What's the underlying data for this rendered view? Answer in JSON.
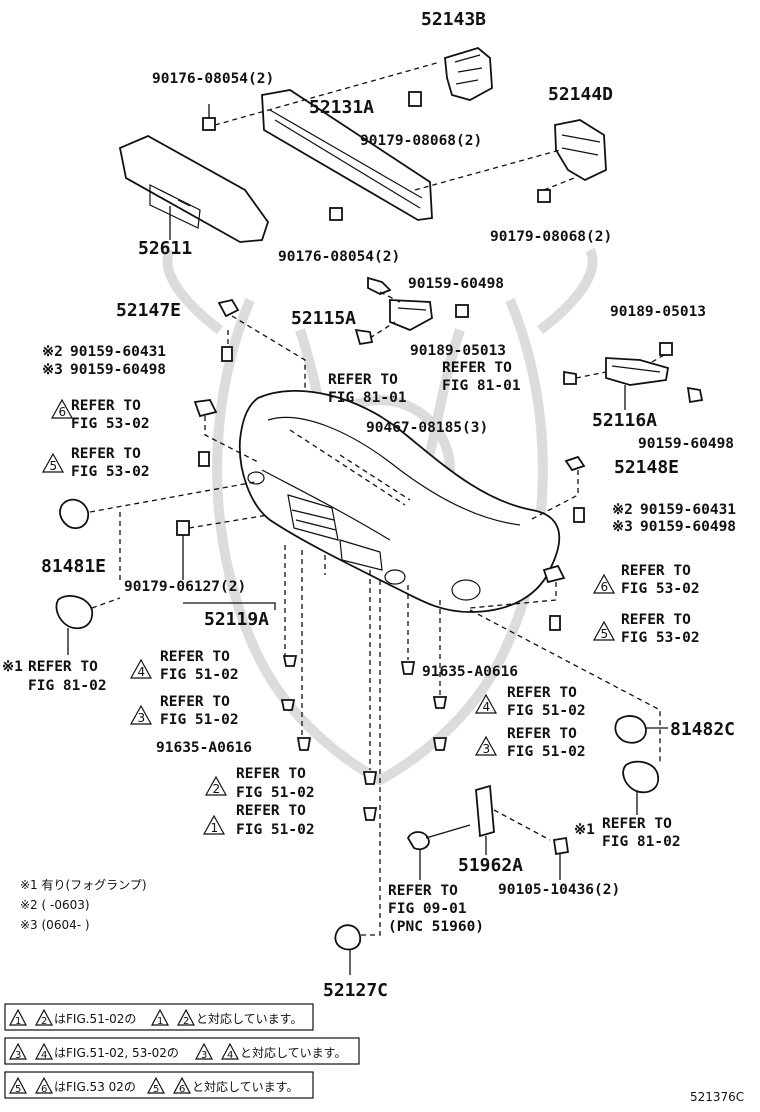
{
  "diagram_id": "521376C",
  "parts": {
    "p52143B": "52143B",
    "p90176_top": "90176-08054(2)",
    "p52131A": "52131A",
    "p90179_mid": "90179-08068(2)",
    "p52144D": "52144D",
    "p52611": "52611",
    "p90176_bot": "90176-08054(2)",
    "p90179_right": "90179-08068(2)",
    "p90159_60498_top": "90159-60498",
    "p52147E": "52147E",
    "p52115A": "52115A",
    "p90189_left": "90189-05013",
    "p90189_right": "90189-05013",
    "p52116A": "52116A",
    "p90159_60498_right": "90159-60498",
    "p90467": "90467-08185(3)",
    "p52148E": "52148E",
    "p81481E": "81481E",
    "p90179_06127": "90179-06127(2)",
    "p52119A": "52119A",
    "p91635_right": "91635-A0616",
    "p91635_left": "91635-A0616",
    "p81482C": "81482C",
    "p51962A": "51962A",
    "p90105": "90105-10436(2)",
    "p52127C": "52127C"
  },
  "alt_parts": {
    "left_a_mark": "※2",
    "left_a_num": "90159-60431",
    "left_b_mark": "※3",
    "left_b_num": "90159-60498",
    "right_a_mark": "※2",
    "right_a_num": "90159-60431",
    "right_b_mark": "※3",
    "right_b_num": "90159-60498"
  },
  "refs": {
    "refer_to": "REFER TO",
    "fig_81_01": "FIG 81-01",
    "fig_81_02": "FIG 81-02",
    "fig_53_02": "FIG 53-02",
    "fig_51_02": "FIG 51-02",
    "fig_09_01": "FIG 09-01",
    "pnc_51960": "(PNC 51960)",
    "mark1": "※1"
  },
  "triangles": {
    "t1": "1",
    "t2": "2",
    "t3": "3",
    "t4": "4",
    "t5": "5",
    "t6": "6"
  },
  "notes": [
    "※1 有り(フォグランプ)",
    "※2 (        -0603)",
    "※3 (0604-        )"
  ],
  "legend": [
    {
      "a": "1",
      "b": "2",
      "text_mid": "はFIG.51-02の",
      "text_end": "と対応しています。"
    },
    {
      "a": "3",
      "b": "4",
      "text_mid": "はFIG.51-02, 53-02の",
      "text_end": "と対応しています。"
    },
    {
      "a": "5",
      "b": "6",
      "text_mid": "はFIG.53 02の",
      "text_end": "と対応しています。"
    }
  ]
}
